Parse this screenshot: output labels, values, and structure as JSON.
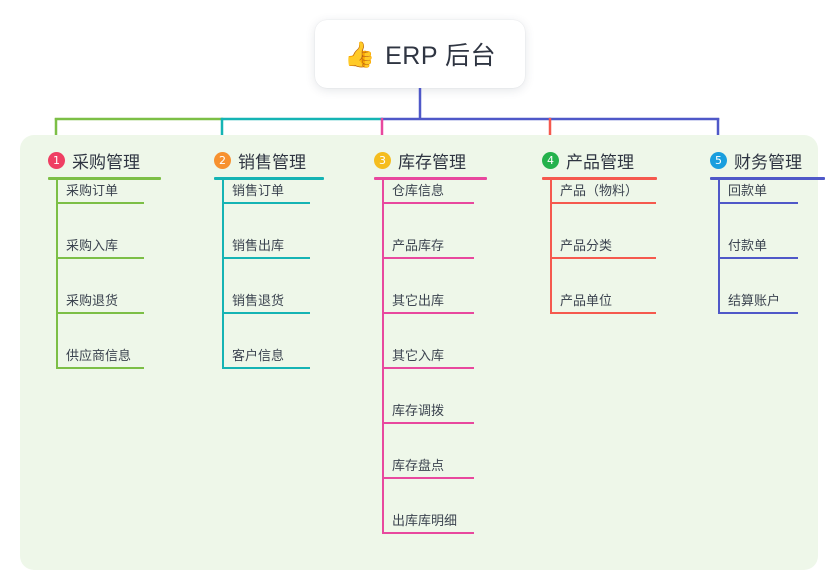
{
  "root": {
    "icon": "thumbs-up-icon",
    "emoji": "👍",
    "title": "ERP 后台"
  },
  "theme": {
    "panel_bg": "#eef7e9",
    "page_bg": "#ffffff",
    "title_text": "#2f3542",
    "leaf_text": "#3c4450",
    "trunk_line": "#4f58c8"
  },
  "columns": [
    {
      "index": "1",
      "title": "采购管理",
      "badge_color": "#ef3f63",
      "line_color": "#7cbf46",
      "leaves": [
        "采购订单",
        "采购入库",
        "采购退货",
        "供应商信息"
      ]
    },
    {
      "index": "2",
      "title": "销售管理",
      "badge_color": "#f7912f",
      "line_color": "#15b4b4",
      "leaves": [
        "销售订单",
        "销售出库",
        "销售退货",
        "客户信息"
      ]
    },
    {
      "index": "3",
      "title": "库存管理",
      "badge_color": "#f5bd1f",
      "line_color": "#e8489e",
      "leaves": [
        "仓库信息",
        "产品库存",
        "其它出库",
        "其它入库",
        "库存调拨",
        "库存盘点",
        "出库库明细"
      ]
    },
    {
      "index": "4",
      "title": "产品管理",
      "badge_color": "#24b24c",
      "line_color": "#f5594e",
      "leaves": [
        "产品（物料）",
        "产品分类",
        "产品单位"
      ]
    },
    {
      "index": "5",
      "title": "财务管理",
      "badge_color": "#199ede",
      "line_color": "#4f58c8",
      "leaves": [
        "回款单",
        "付款单",
        "结算账户"
      ]
    }
  ]
}
